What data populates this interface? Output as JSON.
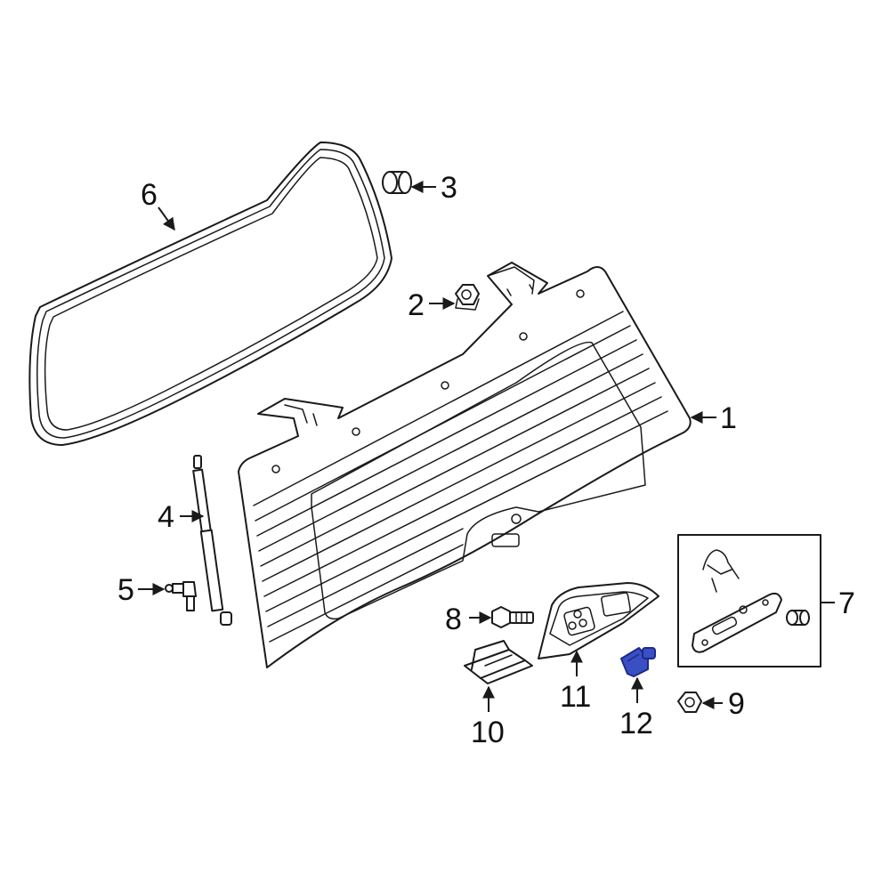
{
  "diagram": {
    "callouts": [
      {
        "id": "1",
        "label": "1"
      },
      {
        "id": "2",
        "label": "2"
      },
      {
        "id": "3",
        "label": "3"
      },
      {
        "id": "4",
        "label": "4"
      },
      {
        "id": "5",
        "label": "5"
      },
      {
        "id": "6",
        "label": "6"
      },
      {
        "id": "7",
        "label": "7"
      },
      {
        "id": "8",
        "label": "8"
      },
      {
        "id": "9",
        "label": "9"
      },
      {
        "id": "10",
        "label": "10"
      },
      {
        "id": "11",
        "label": "11"
      },
      {
        "id": "12",
        "label": "12"
      }
    ],
    "colors": {
      "line": "#1a1a1a",
      "highlight_fill": "#3b4fc4",
      "highlight_stroke": "#1b2a8a",
      "background": "#ffffff"
    },
    "highlighted_part": "12"
  }
}
